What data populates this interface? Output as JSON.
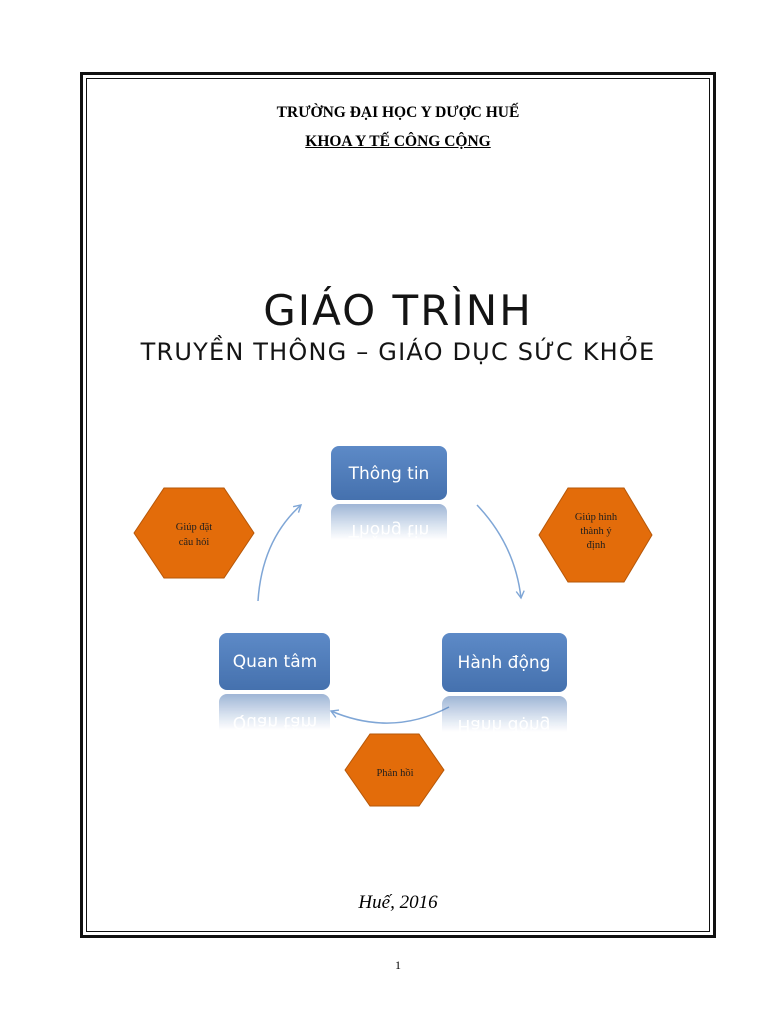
{
  "header": {
    "university": "TRƯỜNG ĐẠI HỌC Y DƯỢC HUẾ",
    "faculty": "KHOA Y TẾ CÔNG CỘNG"
  },
  "title": {
    "main": "GIÁO TRÌNH",
    "subtitle": "TRUYỀN THÔNG – GIÁO DỤC SỨC KHỎE"
  },
  "diagram": {
    "boxes": {
      "information": "Thông tin",
      "action": "Hành động",
      "interest": "Quan tâm"
    },
    "hexagons": {
      "ask_questions": [
        "Giúp đặt",
        "câu hỏi"
      ],
      "form_intention": [
        "Giúp hình",
        "thành ý",
        "định"
      ],
      "feedback": [
        "Phản hồi"
      ]
    },
    "colors": {
      "box_top": "#5d8ac7",
      "box_bottom": "#4571ae",
      "hexagon": "#e36c0a",
      "hexagon_border": "#b65708",
      "arrow": "#7fa6d6"
    }
  },
  "footer": {
    "place_year": "Huế, 2016",
    "page_number": "1"
  }
}
